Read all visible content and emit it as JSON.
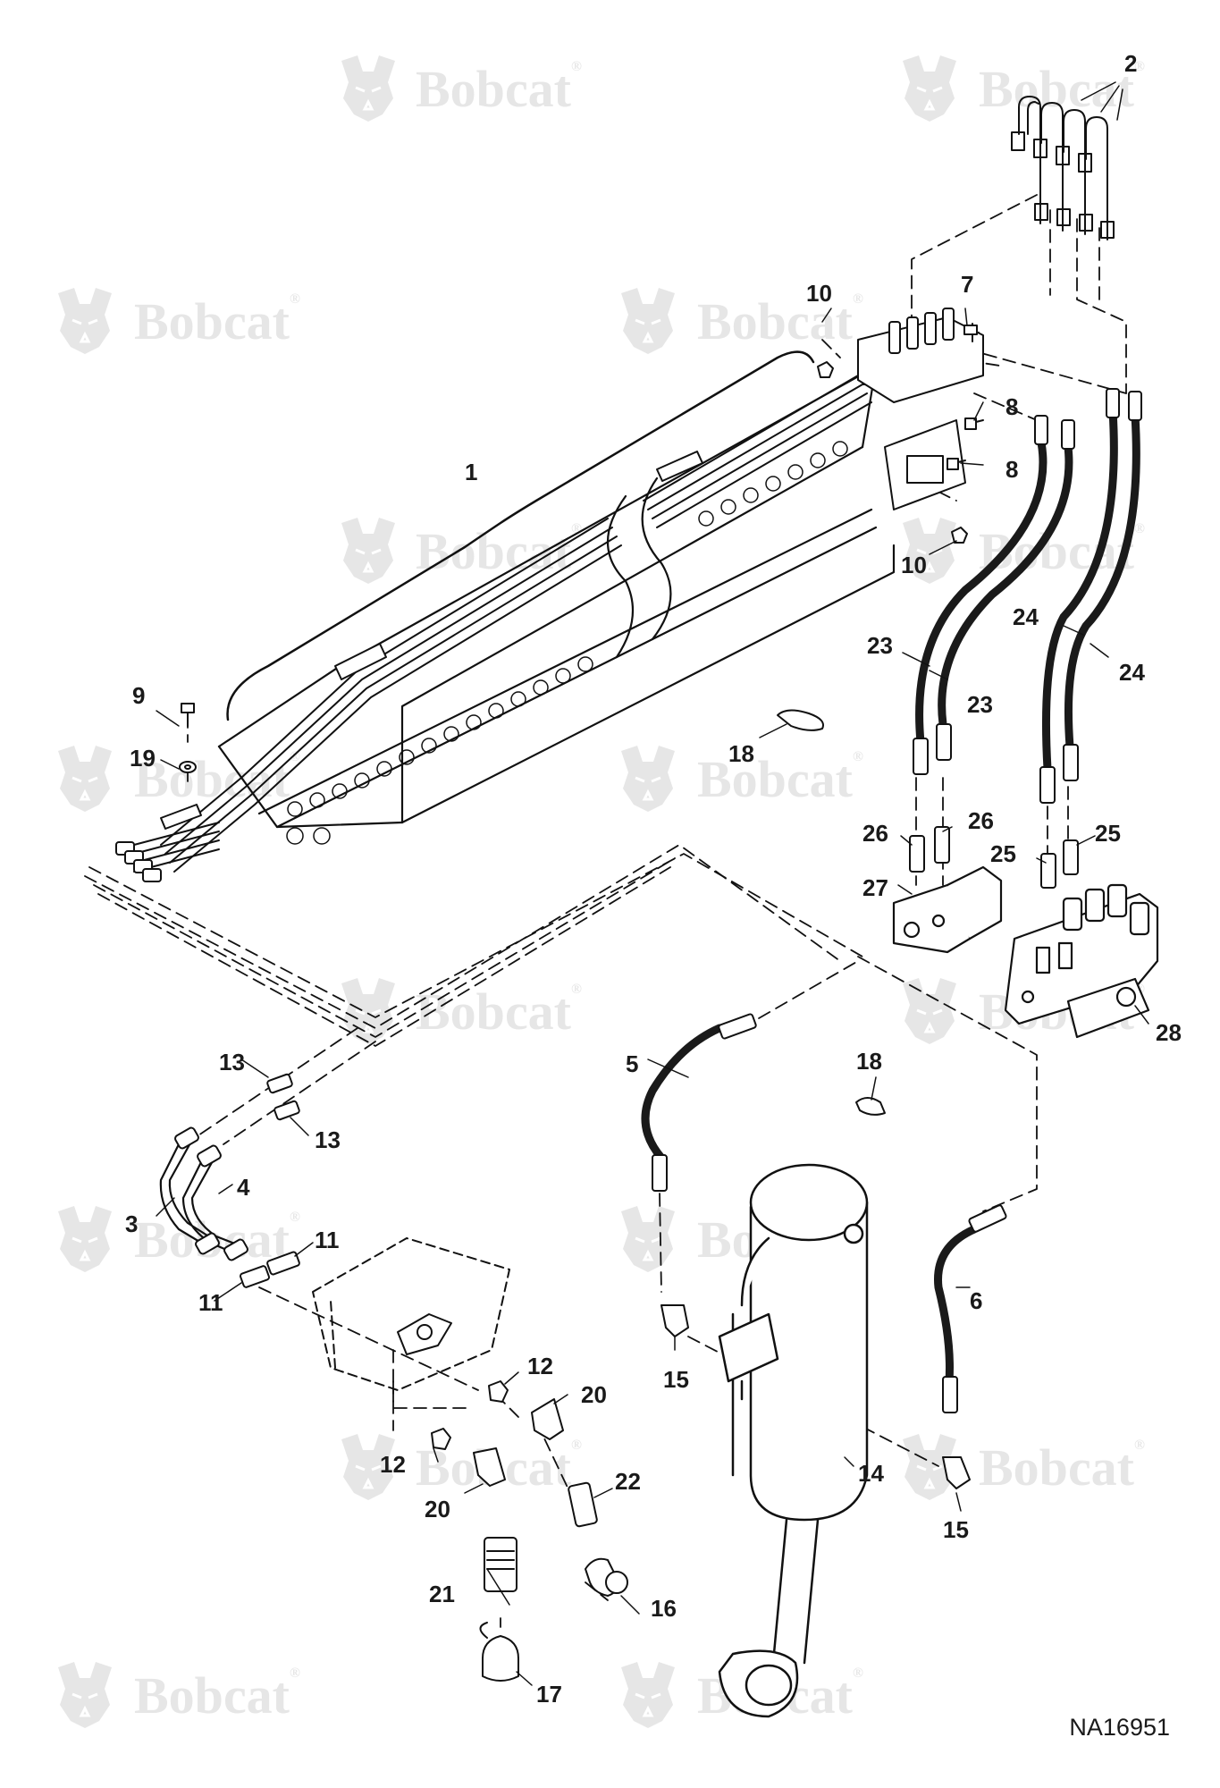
{
  "watermark": {
    "brand": "Bobcat",
    "registered": "®"
  },
  "figure_code": "NA16951",
  "callouts": {
    "c1": "1",
    "c2": "2",
    "c3": "3",
    "c4": "4",
    "c5": "5",
    "c6": "6",
    "c7": "7",
    "c8a": "8",
    "c8b": "8",
    "c9": "9",
    "c10a": "10",
    "c10b": "10",
    "c11a": "11",
    "c11b": "11",
    "c12a": "12",
    "c12b": "12",
    "c13a": "13",
    "c13b": "13",
    "c14": "14",
    "c15a": "15",
    "c15b": "15",
    "c16": "16",
    "c17": "17",
    "c18a": "18",
    "c18b": "18",
    "c19": "19",
    "c20a": "20",
    "c20b": "20",
    "c21": "21",
    "c22": "22",
    "c23a": "23",
    "c23b": "23",
    "c24a": "24",
    "c24b": "24",
    "c25a": "25",
    "c25b": "25",
    "c26a": "26",
    "c26b": "26",
    "c27": "27",
    "c28": "28"
  }
}
